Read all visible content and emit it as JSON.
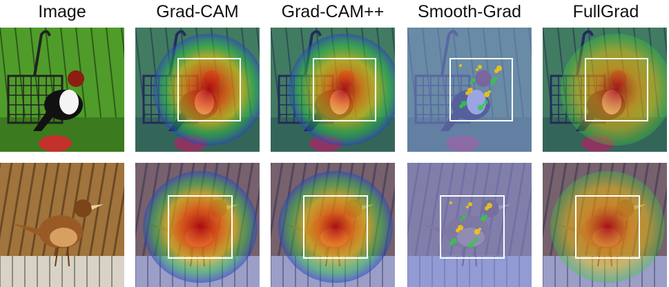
{
  "columns": [
    {
      "title": "Image",
      "kind": "original"
    },
    {
      "title": "Grad-CAM",
      "kind": "gradcam"
    },
    {
      "title": "Grad-CAM++",
      "kind": "gradcampp"
    },
    {
      "title": "Smooth-Grad",
      "kind": "smoothgrad"
    },
    {
      "title": "FullGrad",
      "kind": "fullgrad"
    }
  ],
  "rows": [
    {
      "subject": "bird-at-feeder",
      "palette": {
        "bg": "#4f9c2a",
        "body": "#111111",
        "belly": "#f4f4f4",
        "head": "#8a1f12"
      }
    },
    {
      "subject": "wren-on-fence",
      "palette": {
        "bg": "#a0743c",
        "body": "#9a5a26",
        "belly": "#d8a060",
        "head": "#7a4518"
      }
    }
  ],
  "colors": {
    "box": "#ffffff",
    "heat_hot": "#b0000a",
    "heat_warm": "#ffd000",
    "heat_mid": "#2ecc40",
    "heat_cool": "#2840c8"
  }
}
